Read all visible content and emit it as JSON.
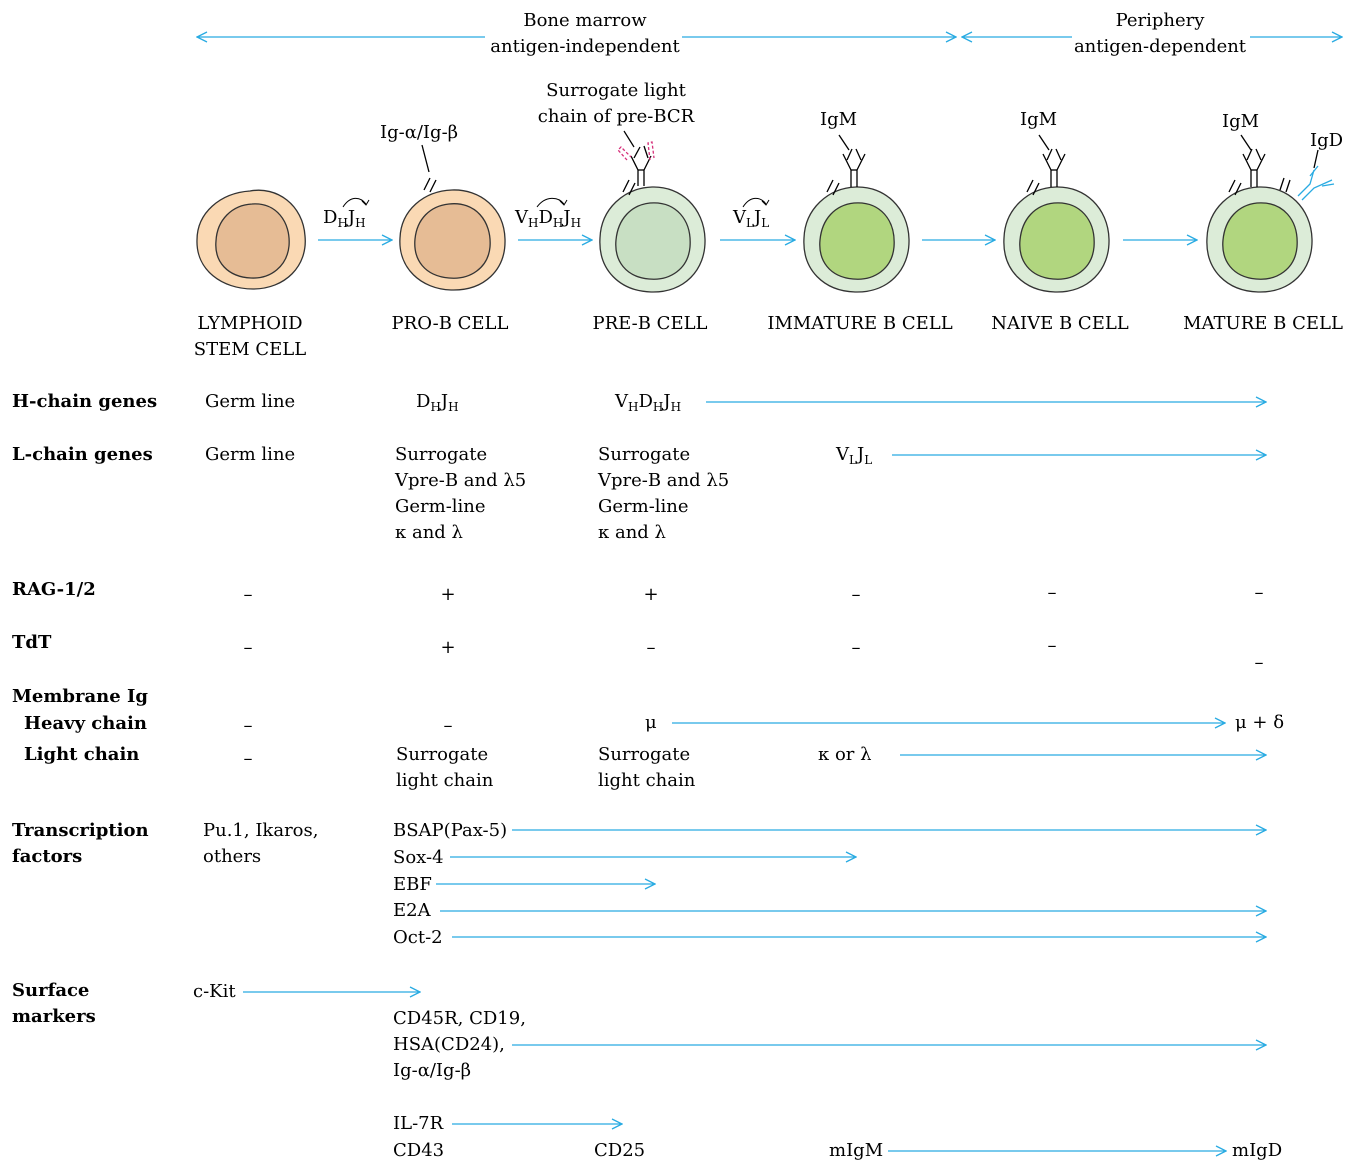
{
  "header": {
    "bone_marrow_l1": "Bone marrow",
    "bone_marrow_l2": "antigen-independent",
    "periphery_l1": "Periphery",
    "periphery_l2": "antigen-dependent"
  },
  "rearrangements": {
    "dj": {
      "a": "D",
      "a_sub": "H",
      "b": "J",
      "b_sub": "H"
    },
    "vdj": {
      "a": "V",
      "a_sub": "H",
      "b": "D",
      "b_sub": "H",
      "c": "J",
      "c_sub": "H"
    },
    "vj": {
      "a": "V",
      "a_sub": "L",
      "b": "J",
      "b_sub": "L"
    }
  },
  "receptor_labels": {
    "iga_igb": "Ig-α/Ig-β",
    "surrogate_l1": "Surrogate light",
    "surrogate_l2": "chain of pre-BCR",
    "igm": "IgM",
    "igd": "IgD"
  },
  "cells": [
    {
      "name_l1": "LYMPHOID",
      "name_l2": "STEM CELL"
    },
    {
      "name_l1": "PRO-B CELL",
      "name_l2": ""
    },
    {
      "name_l1": "PRE-B CELL",
      "name_l2": ""
    },
    {
      "name_l1": "IMMATURE B CELL",
      "name_l2": ""
    },
    {
      "name_l1": "NAIVE B CELL",
      "name_l2": ""
    },
    {
      "name_l1": "MATURE B CELL",
      "name_l2": ""
    }
  ],
  "rows": {
    "h_chain": {
      "label": "H-chain genes",
      "stem": "Germ line",
      "prob": {
        "a": "D",
        "a_sub": "H",
        "b": "J",
        "b_sub": "H"
      },
      "preb": {
        "a": "V",
        "a_sub": "H",
        "b": "D",
        "b_sub": "H",
        "c": "J",
        "c_sub": "H"
      }
    },
    "l_chain": {
      "label": "L-chain genes",
      "stem": "Germ line",
      "prob": [
        "Surrogate",
        "Vpre-B and λ5",
        "Germ-line",
        "κ and λ"
      ],
      "preb": [
        "Surrogate",
        "Vpre-B and λ5",
        "Germ-line",
        "κ and λ"
      ],
      "immature": {
        "a": "V",
        "a_sub": "L",
        "b": "J",
        "b_sub": "L"
      }
    },
    "rag": {
      "label": "RAG-1/2",
      "values": [
        "–",
        "+",
        "+",
        "–",
        "–",
        "–"
      ]
    },
    "tdt": {
      "label": "TdT",
      "values": [
        "–",
        "+",
        "–",
        "–",
        "–",
        "–"
      ]
    },
    "membrane": {
      "label": "Membrane Ig",
      "heavy_label": "Heavy chain",
      "light_label": "Light chain",
      "heavy_stem": "–",
      "heavy_prob": "–",
      "heavy_preb": "μ",
      "heavy_mature": "μ + δ",
      "light_stem": "–",
      "light_prob": [
        "Surrogate",
        "light chain"
      ],
      "light_preb": [
        "Surrogate",
        "light chain"
      ],
      "light_immature": "κ or λ"
    },
    "tf": {
      "label_l1": "Transcription",
      "label_l2": "factors",
      "stem_l1": "Pu.1, Ikaros,",
      "stem_l2": "others",
      "items": [
        "BSAP(Pax-5)",
        "Sox-4",
        "EBF",
        "E2A",
        "Oct-2"
      ]
    },
    "markers": {
      "label_l1": "Surface",
      "label_l2": "markers",
      "ckit": "c-Kit",
      "group": [
        "CD45R, CD19,",
        "HSA(CD24),",
        "Ig-α/Ig-β"
      ],
      "il7r": "IL-7R",
      "cd43": "CD43",
      "cd25": "CD25",
      "migm": "mIgM",
      "migd": "mIgD"
    }
  },
  "colors": {
    "arrow": "#29abe2",
    "stem_outer": "#fad9b4",
    "stem_nucleus": "#e6bc95",
    "preb_outer": "#dcecd8",
    "preb_nucleus": "#c8dfc3",
    "b_outer": "#dcecd8",
    "b_nucleus": "#b1d67f",
    "surrogate": "#d6307a",
    "igd": "#29abe2"
  }
}
